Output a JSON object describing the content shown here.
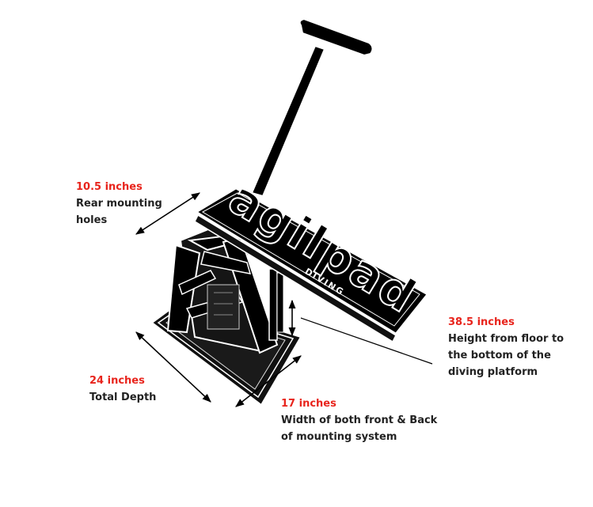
{
  "colors": {
    "value_text": "#e8241c",
    "desc_text": "#222222",
    "ink": "#000000",
    "paper": "#ffffff"
  },
  "logo": {
    "text": "agilpad",
    "subtext": "DIVING"
  },
  "annotations": {
    "rear_mounting": {
      "value": "10.5 inches",
      "desc_lines": [
        "Rear mounting",
        "holes"
      ]
    },
    "total_depth": {
      "value": "24 inches",
      "desc_lines": [
        "Total Depth"
      ]
    },
    "width": {
      "value": "17 inches",
      "desc_lines": [
        "Width of both front & Back",
        "of mounting system"
      ]
    },
    "height": {
      "value": "38.5 inches",
      "desc_lines": [
        "Height from floor to",
        "the bottom of the",
        "diving platform"
      ]
    }
  }
}
